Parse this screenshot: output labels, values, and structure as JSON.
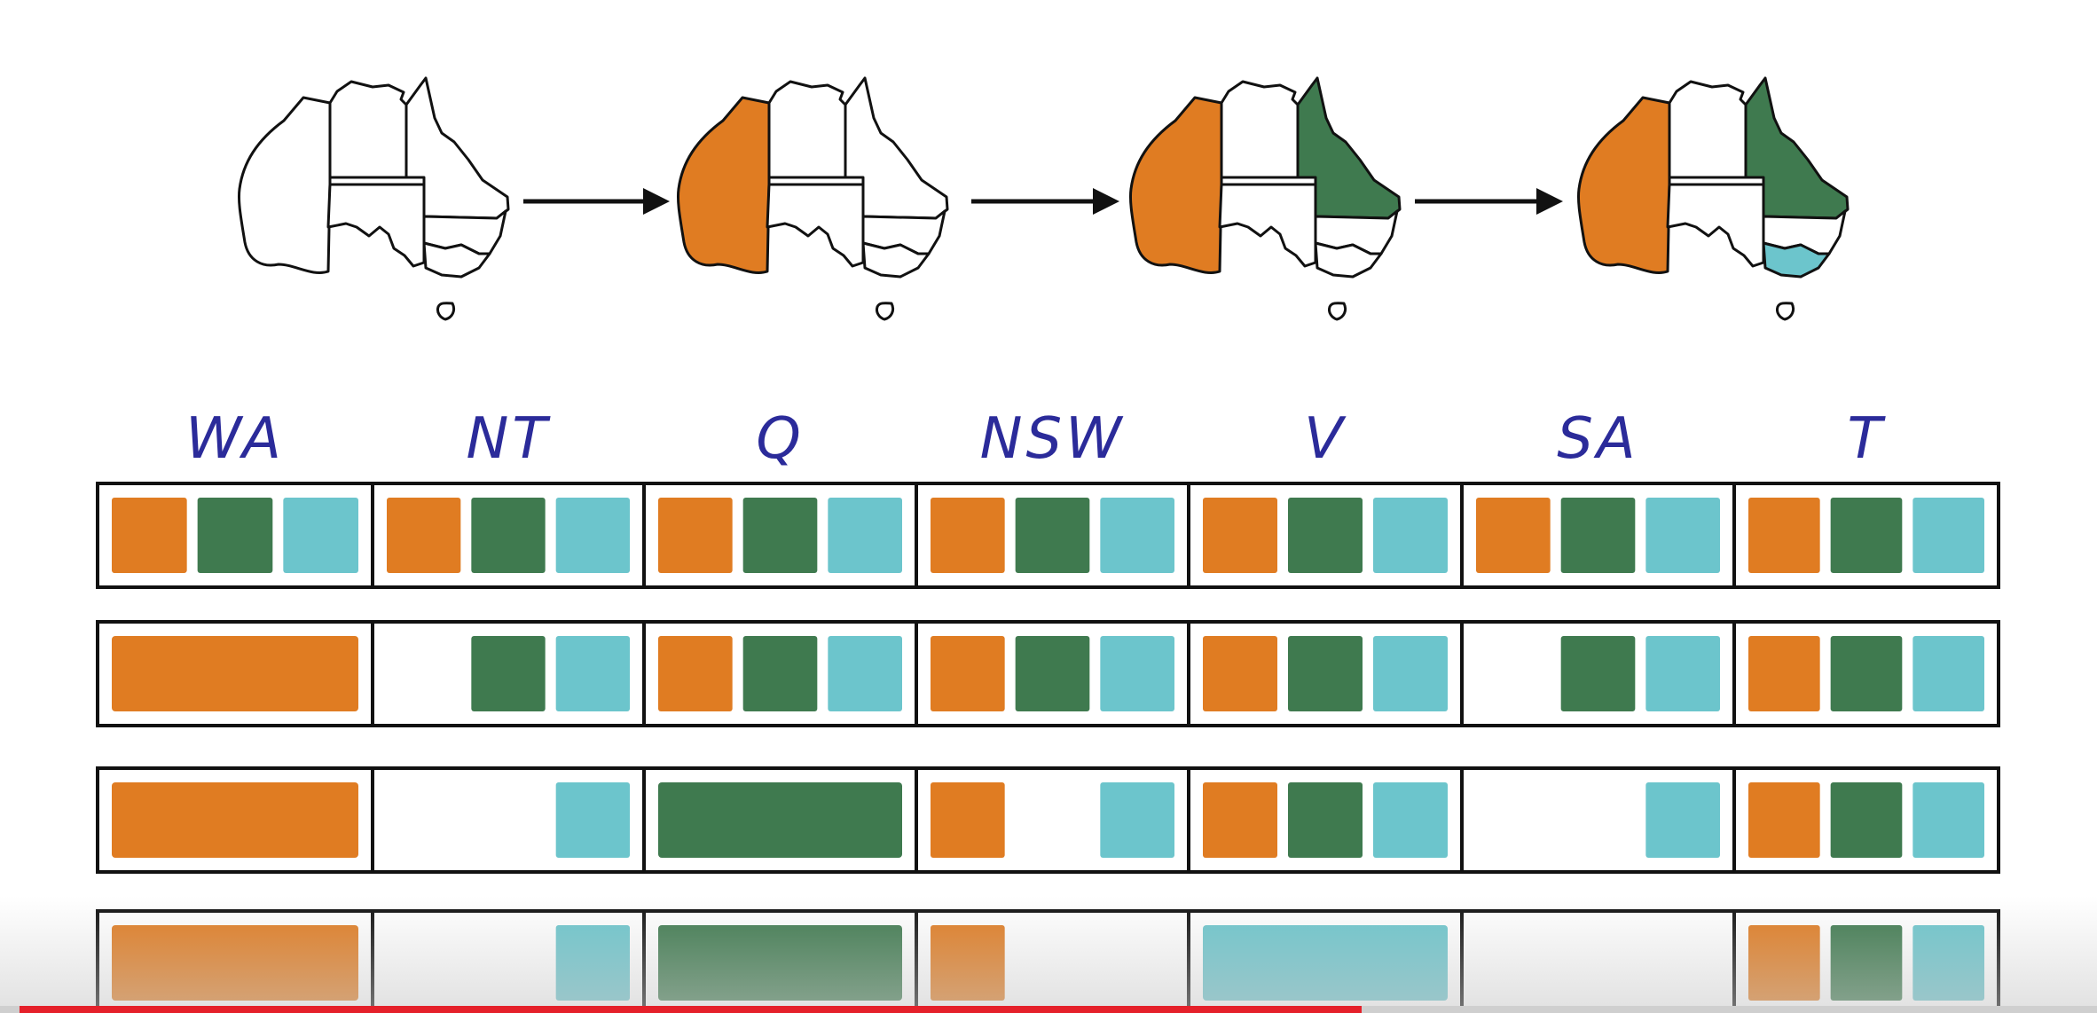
{
  "colors": {
    "orange": "#e07c22",
    "green": "#3f7a4f",
    "cyan": "#6cc5cc",
    "outline": "#111111",
    "label": "#2b2b9a",
    "progress": "#e5202a"
  },
  "maps": [
    {
      "WA": null,
      "NT": null,
      "Q": null,
      "NSW": null,
      "V": null,
      "SA": null,
      "T": null
    },
    {
      "WA": "orange",
      "NT": null,
      "Q": null,
      "NSW": null,
      "V": null,
      "SA": null,
      "T": null
    },
    {
      "WA": "orange",
      "NT": null,
      "Q": "green",
      "NSW": null,
      "V": null,
      "SA": null,
      "T": null
    },
    {
      "WA": "orange",
      "NT": null,
      "Q": "green",
      "NSW": null,
      "V": "cyan",
      "SA": null,
      "T": null
    }
  ],
  "columns": [
    "WA",
    "NT",
    "Q",
    "NSW",
    "V",
    "SA",
    "T"
  ],
  "rows": [
    {
      "WA": [
        "orange",
        "green",
        "cyan"
      ],
      "NT": [
        "orange",
        "green",
        "cyan"
      ],
      "Q": [
        "orange",
        "green",
        "cyan"
      ],
      "NSW": [
        "orange",
        "green",
        "cyan"
      ],
      "V": [
        "orange",
        "green",
        "cyan"
      ],
      "SA": [
        "orange",
        "green",
        "cyan"
      ],
      "T": [
        "orange",
        "green",
        "cyan"
      ]
    },
    {
      "WA": [
        "orange"
      ],
      "NT": [
        "green",
        "cyan"
      ],
      "Q": [
        "orange",
        "green",
        "cyan"
      ],
      "NSW": [
        "orange",
        "green",
        "cyan"
      ],
      "V": [
        "orange",
        "green",
        "cyan"
      ],
      "SA": [
        "green",
        "cyan"
      ],
      "T": [
        "orange",
        "green",
        "cyan"
      ]
    },
    {
      "WA": [
        "orange"
      ],
      "NT": [
        "cyan"
      ],
      "Q": [
        "green"
      ],
      "NSW": [
        "orange",
        "cyan"
      ],
      "V": [
        "orange",
        "green",
        "cyan"
      ],
      "SA": [
        "cyan"
      ],
      "T": [
        "orange",
        "green",
        "cyan"
      ]
    },
    {
      "WA": [
        "orange"
      ],
      "NT": [
        "cyan"
      ],
      "Q": [
        "green"
      ],
      "NSW": [
        "orange"
      ],
      "V": [
        "cyan"
      ],
      "SA": [],
      "T": [
        "orange",
        "green",
        "cyan"
      ]
    }
  ],
  "video": {
    "progress_fraction": 0.64
  }
}
